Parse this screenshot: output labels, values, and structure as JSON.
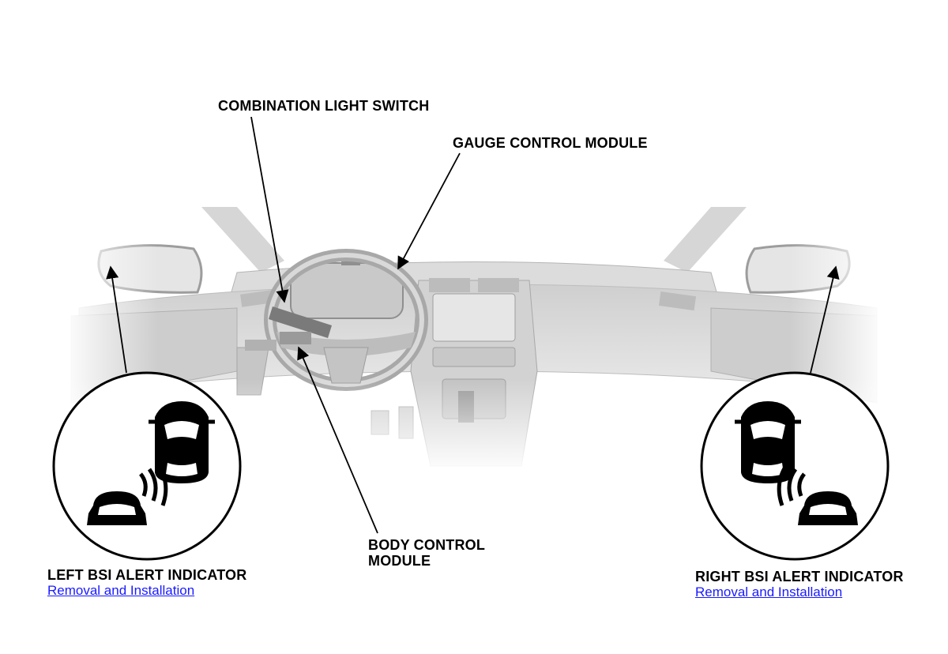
{
  "labels": {
    "combination_light_switch": "COMBINATION LIGHT SWITCH",
    "gauge_control_module": "GAUGE CONTROL MODULE",
    "body_control_module_line1": "BODY CONTROL",
    "body_control_module_line2": "MODULE",
    "left_bsi_alert_indicator": "LEFT BSI ALERT INDICATOR",
    "right_bsi_alert_indicator": "RIGHT BSI ALERT INDICATOR"
  },
  "links": {
    "left_removal_installation": "Removal and Installation",
    "right_removal_installation": "Removal and Installation"
  },
  "colors": {
    "link": "#1a1aff",
    "label": "#000000",
    "drawing": "#9a9a9a"
  },
  "icons": {
    "left_indicator": "blind-spot-left-icon",
    "right_indicator": "blind-spot-right-icon"
  }
}
